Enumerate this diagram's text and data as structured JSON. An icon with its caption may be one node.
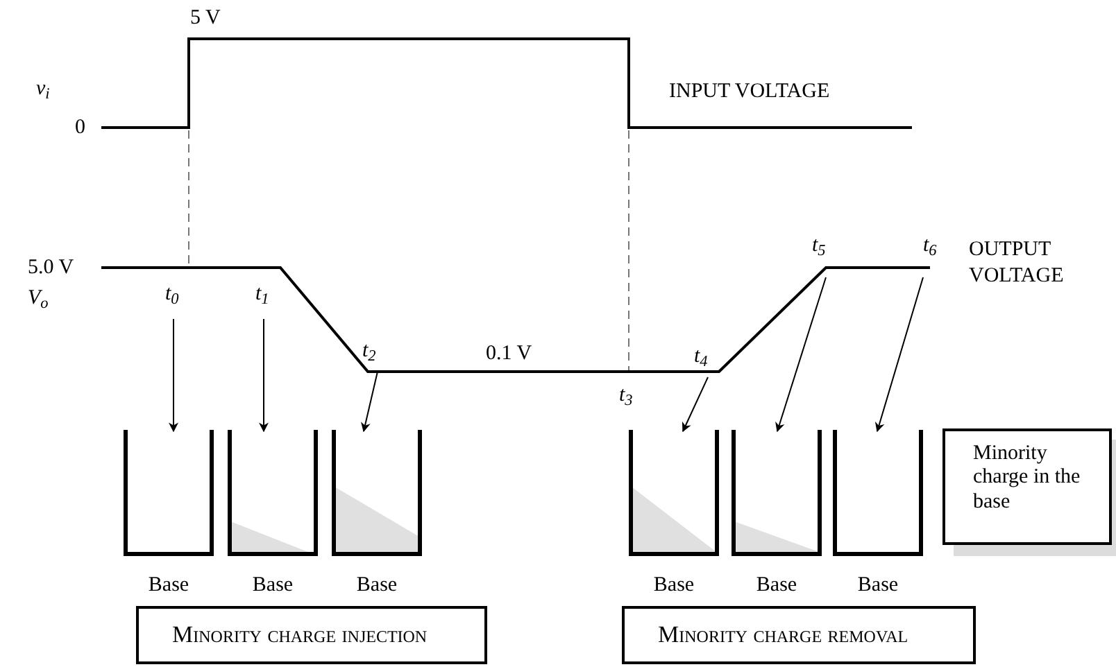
{
  "diagram": {
    "nodes": [
      {
        "text": [
          "t$_{0}$"
        ]
      },
      {
        "text": [
          "t$_{1}$"
        ]
      },
      {
        "text": [
          "t$_{2}$"
        ]
      },
      {
        "text": [
          "t$_{4}$"
        ]
      },
      {
        "text": [
          "t$_{5}$"
        ]
      },
      {
        "text": [
          "t$_{6}$"
        ]
      },
      {
        "text": [
          "Base"
        ]
      },
      {
        "text": [
          "Base"
        ]
      },
      {
        "text": [
          "Base"
        ]
      },
      {
        "text": [
          "Base"
        ]
      },
      {
        "text": [
          "Base"
        ]
      },
      {
        "text": [
          "Base"
        ]
      },
      {
        "text": [
          "Minority charge injection"
        ]
      },
      {
        "text": [
          "Minority charge removal"
        ]
      },
      {
        "text": [
          "Minority charge in the base"
        ]
      }
    ],
    "edges": [
      {
        "from": 0,
        "to": 6,
        "arrow": "to"
      },
      {
        "from": 1,
        "to": 7,
        "arrow": "to"
      },
      {
        "from": 2,
        "to": 8,
        "arrow": "to"
      },
      {
        "from": 3,
        "to": 9,
        "arrow": "to"
      },
      {
        "from": 4,
        "to": 10,
        "arrow": "to"
      },
      {
        "from": 5,
        "to": 11,
        "arrow": "to"
      }
    ],
    "labels": [
      "5 V",
      "v$_{i}$",
      "0",
      "INPUT VOLTAGE",
      "OUTPUT VOLTAGE",
      "5.0 V",
      "V$_{o}$",
      "0.1 V",
      "t$_{3}$"
    ]
  }
}
